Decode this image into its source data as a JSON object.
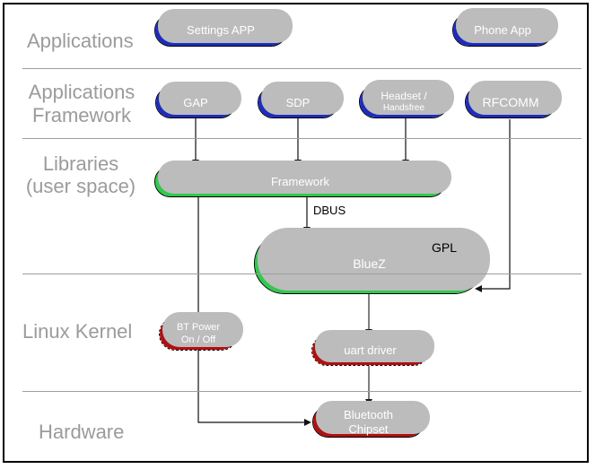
{
  "layers": [
    {
      "lines": [
        "Applications"
      ]
    },
    {
      "lines": [
        "Applications",
        "Framework"
      ]
    },
    {
      "lines": [
        "Libraries",
        "(user space)"
      ]
    },
    {
      "lines": [
        "Linux Kernel"
      ]
    },
    {
      "lines": [
        "Hardware"
      ]
    }
  ],
  "nodes": {
    "settings_app": {
      "lines": [
        "Settings APP"
      ]
    },
    "phone_app": {
      "lines": [
        "Phone App"
      ]
    },
    "gap": {
      "lines": [
        "GAP"
      ]
    },
    "sdp": {
      "lines": [
        "SDP"
      ]
    },
    "headset": {
      "lines": [
        "Headset /",
        "Handsfree"
      ]
    },
    "rfcomm": {
      "lines": [
        "RFCOMM"
      ]
    },
    "framework": {
      "lines": [
        "Framework"
      ]
    },
    "bluez": {
      "lines": [
        "BlueZ"
      ],
      "badge": "GPL"
    },
    "bt_power": {
      "lines": [
        "BT Power",
        "On / Off"
      ]
    },
    "uart_driver": {
      "lines": [
        "uart driver"
      ]
    },
    "bt_chipset": {
      "lines": [
        "Bluetooth",
        "Chipset"
      ]
    }
  },
  "edge_labels": {
    "dbus": "DBUS"
  },
  "colors": {
    "app_blue": "#1c2cc0",
    "lib_green": "#2fca4c",
    "kernel_red": "#b20f0f",
    "shadow": "#bcbcbc",
    "layer_text": "#9b9b9b",
    "separator": "#9e9e9e",
    "pill_text": "#ffffff",
    "ink": "#111111"
  }
}
